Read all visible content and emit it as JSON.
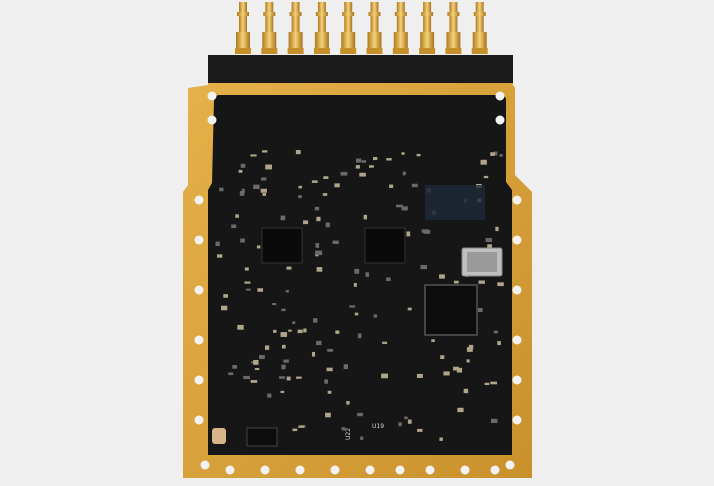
{
  "photo": {
    "subject": "fpga-mezzanine-card",
    "connector_count": 10,
    "silkscreen_labels": [
      "U19",
      "U22"
    ],
    "colors": {
      "background": "#efefef",
      "gold_frame": "#d9a33a",
      "solder_mask": "#161616",
      "connector_gold": "#e0b04a",
      "silkscreen": "#d8d8d8"
    }
  }
}
